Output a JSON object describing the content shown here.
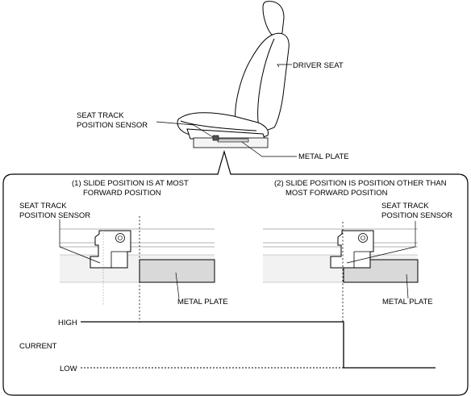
{
  "top": {
    "driver_seat_label": "DRIVER SEAT",
    "sensor_label_line1": "SEAT TRACK",
    "sensor_label_line2": "POSITION SENSOR",
    "metal_plate_label": "METAL PLATE"
  },
  "panel_left": {
    "caption_line1": "(1) SLIDE POSITION IS AT MOST",
    "caption_line2": "FORWARD POSITION",
    "sensor_label_line1": "SEAT TRACK",
    "sensor_label_line2": "POSITION SENSOR",
    "metal_plate_label": "METAL PLATE"
  },
  "panel_right": {
    "caption_line1": "(2) SLIDE POSITION IS POSITION OTHER THAN",
    "caption_line2": "MOST FORWARD POSITION",
    "sensor_label_line1": "SEAT TRACK",
    "sensor_label_line2": "POSITION SENSOR",
    "metal_plate_label": "METAL PLATE"
  },
  "signal": {
    "high_label": "HIGH",
    "current_label": "CURRENT",
    "low_label": "LOW"
  },
  "colors": {
    "line": "#000000",
    "plate_fill": "#d9d9d9",
    "rail_fill": "#f2f2f2",
    "seat_fill": "#ffffff"
  }
}
